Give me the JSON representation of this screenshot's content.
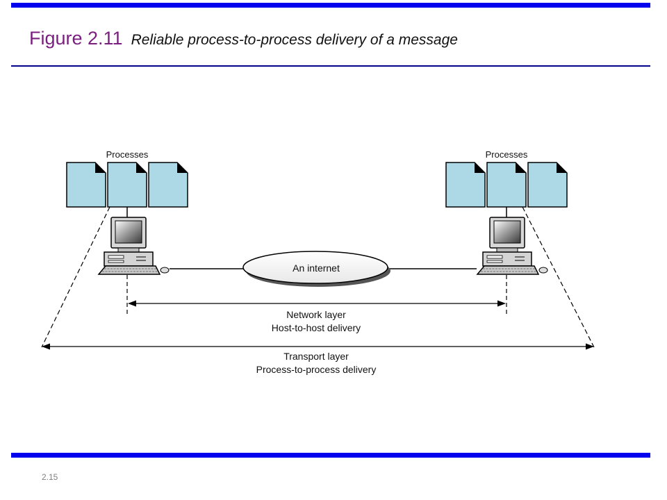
{
  "slide": {
    "figure_number": "Figure 2.11",
    "caption": "Reliable process-to-process delivery of a message",
    "page_number": "2.15"
  },
  "diagram": {
    "left_host": {
      "processes_label": "Processes"
    },
    "right_host": {
      "processes_label": "Processes"
    },
    "cloud_label": "An internet",
    "network_layer": {
      "line1": "Network layer",
      "line2": "Host-to-host delivery"
    },
    "transport_layer": {
      "line1": "Transport layer",
      "line2": "Process-to-process delivery"
    }
  },
  "colors": {
    "accent_bar": "#0000ee",
    "title_rule": "#00008b",
    "title": "#7a1f7f",
    "process_fill": "#add8e6"
  }
}
